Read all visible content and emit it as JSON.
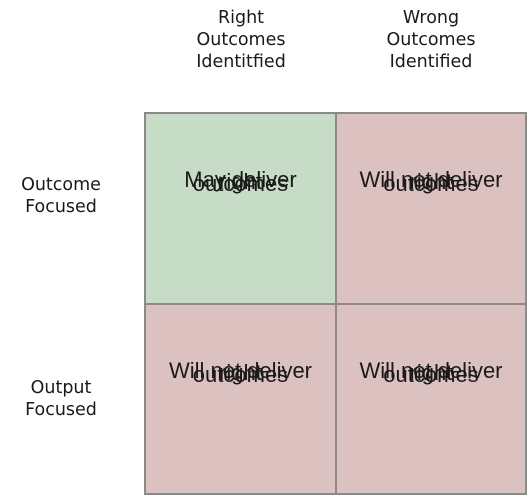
{
  "columns": {
    "right": [
      "Right",
      "Outcomes",
      "Identitfied"
    ],
    "wrong": [
      "Wrong",
      "Outcomes",
      "Identified"
    ]
  },
  "rows": {
    "outcome": [
      "Outcome",
      "Focused"
    ],
    "output": [
      "Output",
      "Focused"
    ]
  },
  "cells": {
    "outcome_right": {
      "text": [
        "May deliver",
        "right",
        "outcomes"
      ],
      "color": "#c6dcc6"
    },
    "outcome_wrong": {
      "text": [
        "Will not deliver",
        "right",
        "outcomes"
      ],
      "color": "#dcc1c1"
    },
    "output_right": {
      "text": [
        "Will not deliver",
        "right",
        "outcomes"
      ],
      "color": "#dcc1c1"
    },
    "output_wrong": {
      "text": [
        "Will not deliver",
        "right",
        "outcomes"
      ],
      "color": "#dcc1c1"
    }
  }
}
